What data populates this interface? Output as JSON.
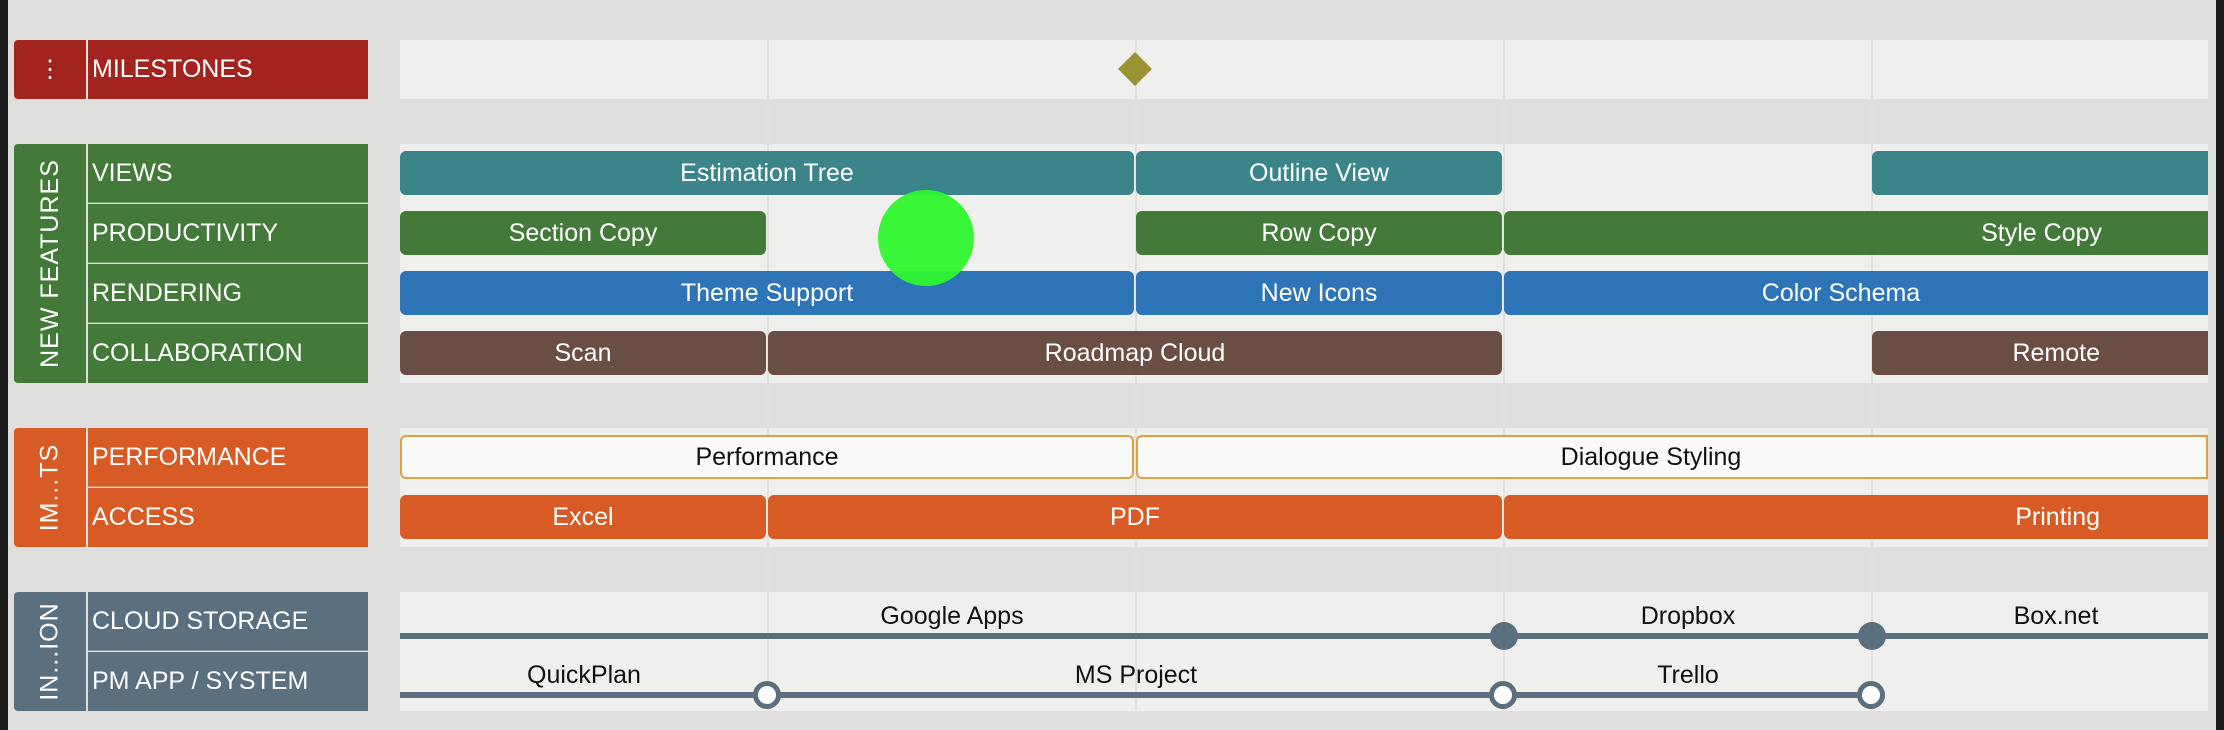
{
  "colors": {
    "milestones": "#a3231f",
    "features": "#437a3a",
    "improvements": "#d85a24",
    "integration": "#5b6f7e",
    "views_bar": "#3a848a",
    "productivity_bar": "#437a3a",
    "rendering_bar": "#2e75b8",
    "collaboration_bar": "#6b4e43",
    "access_bar": "#d85a24",
    "diamond": "#9b9434",
    "cursor": "#2ef72e"
  },
  "sections": {
    "milestones": {
      "menu_icon": "⋮",
      "label": "MILESTONES"
    },
    "features": {
      "title": "NEW FEATURES"
    },
    "improvements": {
      "title": "IM...TS"
    },
    "integration": {
      "title": "IN...ION"
    }
  },
  "rows": {
    "views": {
      "label": "VIEWS"
    },
    "productivity": {
      "label": "PRODUCTIVITY"
    },
    "rendering": {
      "label": "RENDERING"
    },
    "collaboration": {
      "label": "COLLABORATION"
    },
    "performance": {
      "label": "PERFORMANCE"
    },
    "access": {
      "label": "ACCESS"
    },
    "cloud_storage": {
      "label": "CLOUD STORAGE"
    },
    "pm_app": {
      "label": "PM APP / SYSTEM"
    }
  },
  "bars": {
    "views": [
      "Estimation Tree",
      "Outline View",
      ""
    ],
    "productivity": [
      "Section Copy",
      "Row Copy",
      "Style Copy"
    ],
    "rendering": [
      "Theme Support",
      "New Icons",
      "Color Schema"
    ],
    "collaboration": [
      "Scan",
      "Roadmap Cloud",
      "Remote"
    ],
    "performance": [
      "Performance",
      "Dialogue Styling"
    ],
    "access": [
      "Excel",
      "PDF",
      "Printing"
    ]
  },
  "integrations": {
    "cloud_storage": [
      "Google Apps",
      "Dropbox",
      "Box.net"
    ],
    "pm_app": [
      "QuickPlan",
      "MS Project",
      "Trello"
    ]
  }
}
